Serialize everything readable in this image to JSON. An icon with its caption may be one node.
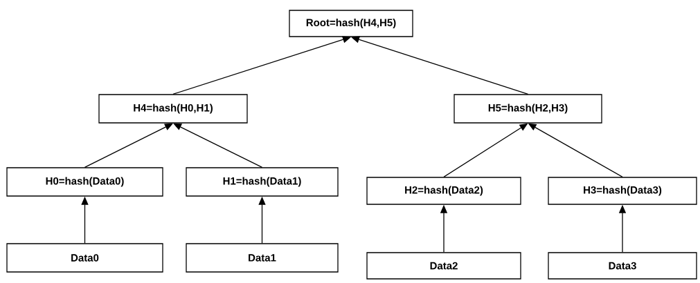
{
  "diagram": {
    "nodes": [
      {
        "text": [
          "Root=hash(H4,H5)"
        ]
      },
      {
        "text": [
          "H4=hash(H0,H1)"
        ]
      },
      {
        "text": [
          "H5=hash(H2,H3)"
        ]
      },
      {
        "text": [
          "H0=hash(Data0)"
        ]
      },
      {
        "text": [
          "H1=hash(Data1)"
        ]
      },
      {
        "text": [
          "H2=hash(Data2)"
        ]
      },
      {
        "text": [
          "H3=hash(Data3)"
        ]
      },
      {
        "text": [
          "Data0"
        ]
      },
      {
        "text": [
          "Data1"
        ]
      },
      {
        "text": [
          "Data2"
        ]
      },
      {
        "text": [
          "Data3"
        ]
      }
    ],
    "edges": [
      {
        "from": 1,
        "to": 0,
        "arrow": "to"
      },
      {
        "from": 2,
        "to": 0,
        "arrow": "to"
      },
      {
        "from": 3,
        "to": 1,
        "arrow": "to"
      },
      {
        "from": 4,
        "to": 1,
        "arrow": "to"
      },
      {
        "from": 5,
        "to": 2,
        "arrow": "to"
      },
      {
        "from": 6,
        "to": 2,
        "arrow": "to"
      },
      {
        "from": 7,
        "to": 3,
        "arrow": "to"
      },
      {
        "from": 8,
        "to": 4,
        "arrow": "to"
      },
      {
        "from": 9,
        "to": 5,
        "arrow": "to"
      },
      {
        "from": 10,
        "to": 6,
        "arrow": "to"
      }
    ]
  }
}
